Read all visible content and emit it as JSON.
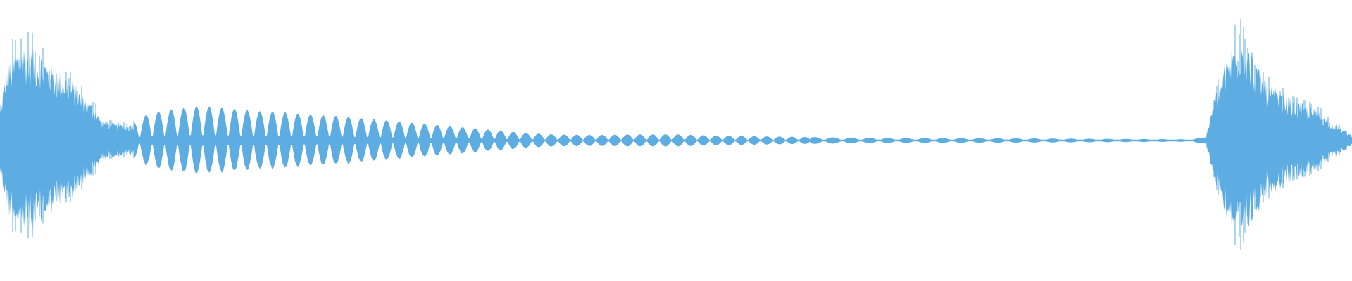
{
  "waveform": {
    "color": "#5DADE2",
    "background": "#FFFFFF",
    "amplitude_profile": [
      [
        0.0,
        0.25
      ],
      [
        0.003,
        0.5
      ],
      [
        0.008,
        0.7
      ],
      [
        0.015,
        0.82
      ],
      [
        0.022,
        0.78
      ],
      [
        0.03,
        0.74
      ],
      [
        0.04,
        0.6
      ],
      [
        0.05,
        0.55
      ],
      [
        0.06,
        0.4
      ],
      [
        0.07,
        0.28
      ],
      [
        0.075,
        0.18
      ],
      [
        0.085,
        0.14
      ],
      [
        0.095,
        0.13
      ],
      [
        0.11,
        0.22
      ],
      [
        0.13,
        0.26
      ],
      [
        0.15,
        0.28
      ],
      [
        0.17,
        0.26
      ],
      [
        0.19,
        0.24
      ],
      [
        0.21,
        0.23
      ],
      [
        0.23,
        0.21
      ],
      [
        0.25,
        0.2
      ],
      [
        0.27,
        0.18
      ],
      [
        0.29,
        0.16
      ],
      [
        0.31,
        0.14
      ],
      [
        0.33,
        0.12
      ],
      [
        0.35,
        0.1
      ],
      [
        0.37,
        0.08
      ],
      [
        0.39,
        0.06
      ],
      [
        0.41,
        0.05
      ],
      [
        0.44,
        0.045
      ],
      [
        0.47,
        0.05
      ],
      [
        0.5,
        0.05
      ],
      [
        0.53,
        0.04
      ],
      [
        0.56,
        0.035
      ],
      [
        0.59,
        0.03
      ],
      [
        0.62,
        0.025
      ],
      [
        0.66,
        0.02
      ],
      [
        0.7,
        0.02
      ],
      [
        0.75,
        0.018
      ],
      [
        0.8,
        0.015
      ],
      [
        0.85,
        0.012
      ],
      [
        0.88,
        0.01
      ],
      [
        0.892,
        0.03
      ],
      [
        0.898,
        0.35
      ],
      [
        0.905,
        0.6
      ],
      [
        0.912,
        0.82
      ],
      [
        0.918,
        0.9
      ],
      [
        0.925,
        0.75
      ],
      [
        0.935,
        0.5
      ],
      [
        0.945,
        0.42
      ],
      [
        0.955,
        0.35
      ],
      [
        0.965,
        0.3
      ],
      [
        0.975,
        0.25
      ],
      [
        0.99,
        0.12
      ],
      [
        1.0,
        0.04
      ]
    ]
  }
}
